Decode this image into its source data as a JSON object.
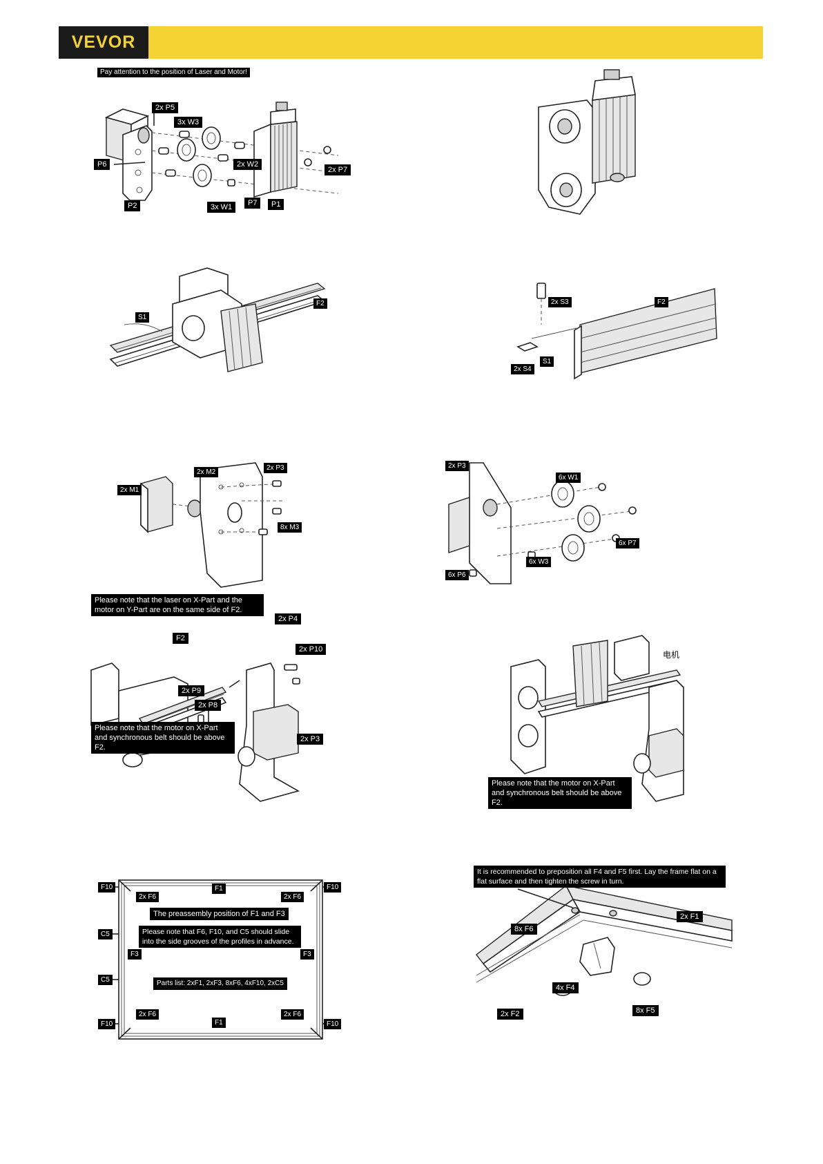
{
  "header": {
    "brand": "VEVOR",
    "brand_color": "#1b1b1b",
    "bar_color": "#f5d233"
  },
  "step1": {
    "note": "Pay attention to the position of Laser and Motor!",
    "labels": [
      "2x P5",
      "3x W3",
      "P6",
      "2x W2",
      "2x P7",
      "P2",
      "3x W1",
      "P7",
      "P1"
    ]
  },
  "step3": {
    "labels": [
      "S1",
      "F2"
    ]
  },
  "step4": {
    "labels": [
      "2x S3",
      "F2",
      "2x S4",
      "S1"
    ]
  },
  "step5": {
    "labels": [
      "2x M2",
      "2x P3",
      "2x M1",
      "8x M3"
    ]
  },
  "step6": {
    "labels": [
      "2x P3",
      "6x W1",
      "6x P7",
      "6x W3",
      "6x P6"
    ]
  },
  "step7": {
    "note_top": "Please note that the laser on X-Part and the motor on Y-Part are on the same side of F2.",
    "note_bottom": "Please note that the motor on X-Part and synchronous belt should be above F2.",
    "labels": [
      "2x P4",
      "F2",
      "2x P10",
      "2x P9",
      "2x P8",
      "2x P3"
    ]
  },
  "step8": {
    "label_motor": "电机",
    "note_bottom": "Please note that the motor on X-Part and synchronous belt should be above F2."
  },
  "step9": {
    "labels": [
      "F10",
      "2x F6",
      "F1",
      "2x F6",
      "F10",
      "C5",
      "F3",
      "F3",
      "C5",
      "F10",
      "2x F6",
      "F1",
      "2x F6",
      "F10"
    ],
    "note_position": "The preassembly position of F1 and F3",
    "note_grooves": "Please note that F6, F10, and C5 should slide into the side grooves of the profiles in advance.",
    "parts_list": "Parts list: 2xF1, 2xF3, 8xF6, 4xF10, 2xC5"
  },
  "step10": {
    "note": "It is recommended to preposition all F4 and F5 first. Lay the frame flat on a flat surface and then tighten the screw in turn.",
    "labels": [
      "8x F6",
      "2x F1",
      "4x F4",
      "8x F5",
      "2x F2"
    ]
  }
}
